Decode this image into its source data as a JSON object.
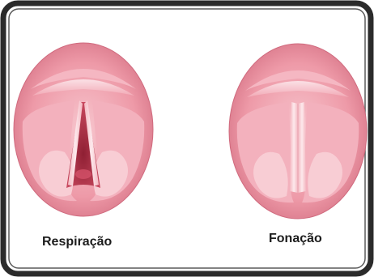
{
  "figure": {
    "panels": [
      {
        "id": "respiration",
        "caption": "Respiração",
        "state": "vocal-folds-open"
      },
      {
        "id": "phonation",
        "caption": "Fonação",
        "state": "vocal-folds-closed"
      }
    ],
    "colors": {
      "frame_border": "#2b2b2b",
      "background": "#ffffff",
      "tissue_outer": "#e98a9a",
      "tissue_light": "#f6c3cb",
      "tissue_mid": "#f0a4b1",
      "glottis_dark": "#b5334a",
      "fold_white": "#fbe3e6"
    }
  }
}
